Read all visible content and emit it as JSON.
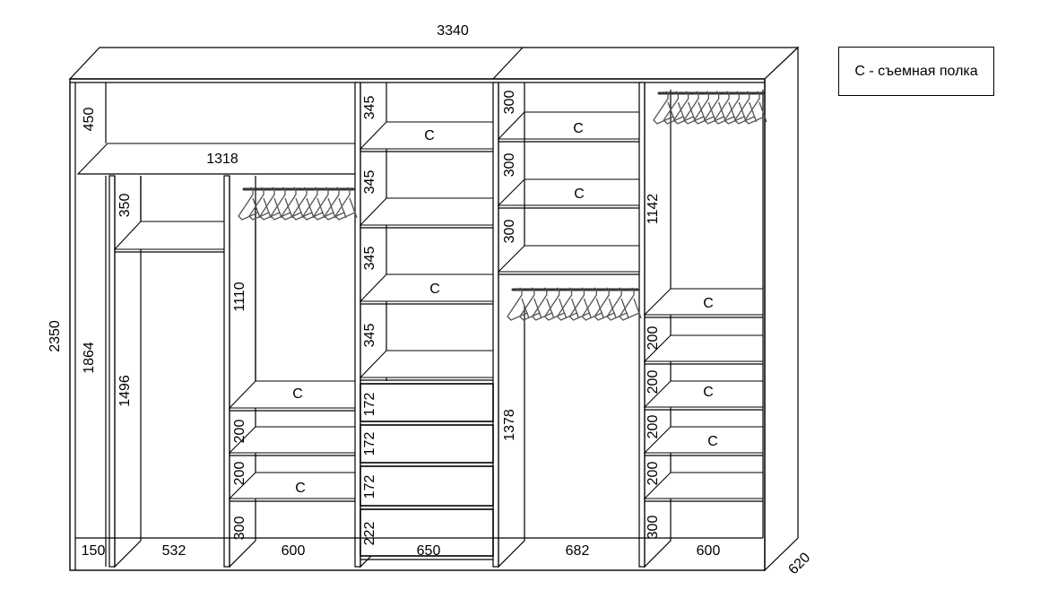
{
  "legend": {
    "text": "С - съемная полка"
  },
  "dimensions": {
    "overall_width": "3340",
    "overall_height": "2350",
    "depth": "620",
    "top_compartment_height": "450",
    "top_shelf_width": "1318",
    "left_section_height": "1864",
    "sections": [
      {
        "width": "150"
      },
      {
        "width": "532",
        "labels": [
          "350",
          "1496"
        ]
      },
      {
        "width": "600",
        "labels": [
          "1110",
          "200",
          "200",
          "300"
        ]
      },
      {
        "width": "650",
        "labels": [
          "345",
          "345",
          "345",
          "345",
          "172",
          "172",
          "172",
          "222"
        ]
      },
      {
        "width": "682",
        "labels": [
          "300",
          "300",
          "300",
          "1378"
        ]
      },
      {
        "width": "600",
        "labels": [
          "1142",
          "200",
          "200",
          "200",
          "200",
          "300"
        ]
      }
    ]
  },
  "removable_shelf_marker": "С"
}
